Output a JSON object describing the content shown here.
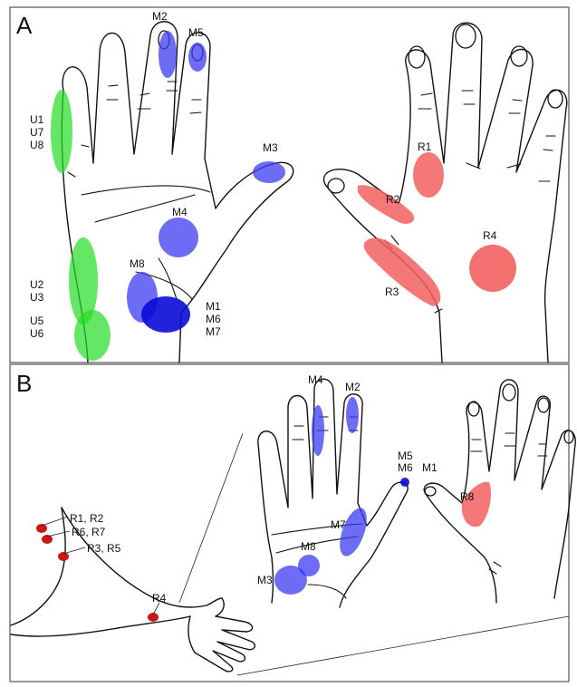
{
  "colors": {
    "median": "#3b3bf0",
    "median_dark": "#0a0ad6",
    "ulnar": "#22dd22",
    "radial": "#f26060",
    "radial_dot": "#c81818"
  },
  "panel_a": {
    "letter": "A",
    "labels": {
      "m2": "M2",
      "m5": "M5",
      "m3": "M3",
      "m4": "M4",
      "m8": "M8",
      "m1": "M1",
      "m6": "M6",
      "m7": "M7",
      "u1": "U1",
      "u7": "U7",
      "u8": "U8",
      "u2": "U2",
      "u3": "U3",
      "u5": "U5",
      "u6": "U6",
      "r1": "R1",
      "r2": "R2",
      "r3": "R3",
      "r4": "R4"
    }
  },
  "panel_b": {
    "letter": "B",
    "labels": {
      "r1_r2": "R1, R2",
      "r6_r7": "R6, R7",
      "r3_r5": "R3, R5",
      "r4": "R4",
      "m4": "M4",
      "m2": "M2",
      "m5": "M5",
      "m6": "M6",
      "m1": "M1",
      "m7": "M7",
      "m8": "M8",
      "m3": "M3",
      "r8": "R8"
    }
  }
}
